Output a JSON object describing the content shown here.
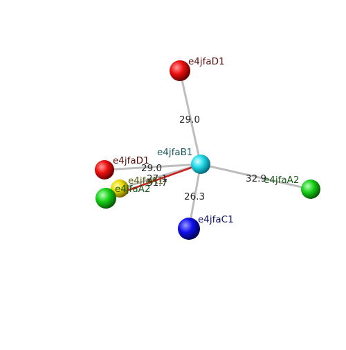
{
  "molecule_view": {
    "atoms": [
      {
        "id": "D1_top",
        "label": "e4jfaD1",
        "element": "O",
        "color": "#e01010",
        "label_color": "#5a1010"
      },
      {
        "id": "D1_left",
        "label": "e4jfaD1",
        "element": "O",
        "color": "#e01010",
        "label_color": "#5a1010"
      },
      {
        "id": "B1",
        "label": "e4jfaB1",
        "element": "center",
        "color": "#20d0e0",
        "label_color": "#1a5a5a"
      },
      {
        "id": "S1",
        "label": "e4jfaA1",
        "element": "S",
        "color": "#e6d400",
        "label_color": "#5a5a10"
      },
      {
        "id": "A2_left",
        "label": "e4jfaA2",
        "element": "Cl",
        "color": "#18c018",
        "label_color": "#1a5a1a"
      },
      {
        "id": "A2_right",
        "label": "e4jfaA2",
        "element": "Cl",
        "color": "#18c018",
        "label_color": "#1a5a1a"
      },
      {
        "id": "C1",
        "label": "e4jfaC1",
        "element": "N",
        "color": "#1010e0",
        "label_color": "#101060"
      }
    ],
    "bonds": [
      {
        "from": "B1",
        "to": "D1_top",
        "distance": "29.0",
        "color": "#c8c8c8"
      },
      {
        "from": "B1",
        "to": "D1_left",
        "distance": "29.0",
        "color": "#c8c8c8"
      },
      {
        "from": "B1",
        "to": "S1",
        "distance": "27.1",
        "color": "#c8c8c8"
      },
      {
        "from": "B1",
        "to": "A2_left",
        "distance": "31.7",
        "color": "#cc2020"
      },
      {
        "from": "B1",
        "to": "A2_right",
        "distance": "32.9",
        "color": "#c8c8c8"
      },
      {
        "from": "B1",
        "to": "C1",
        "distance": "26.3",
        "color": "#c8c8c8"
      }
    ]
  }
}
